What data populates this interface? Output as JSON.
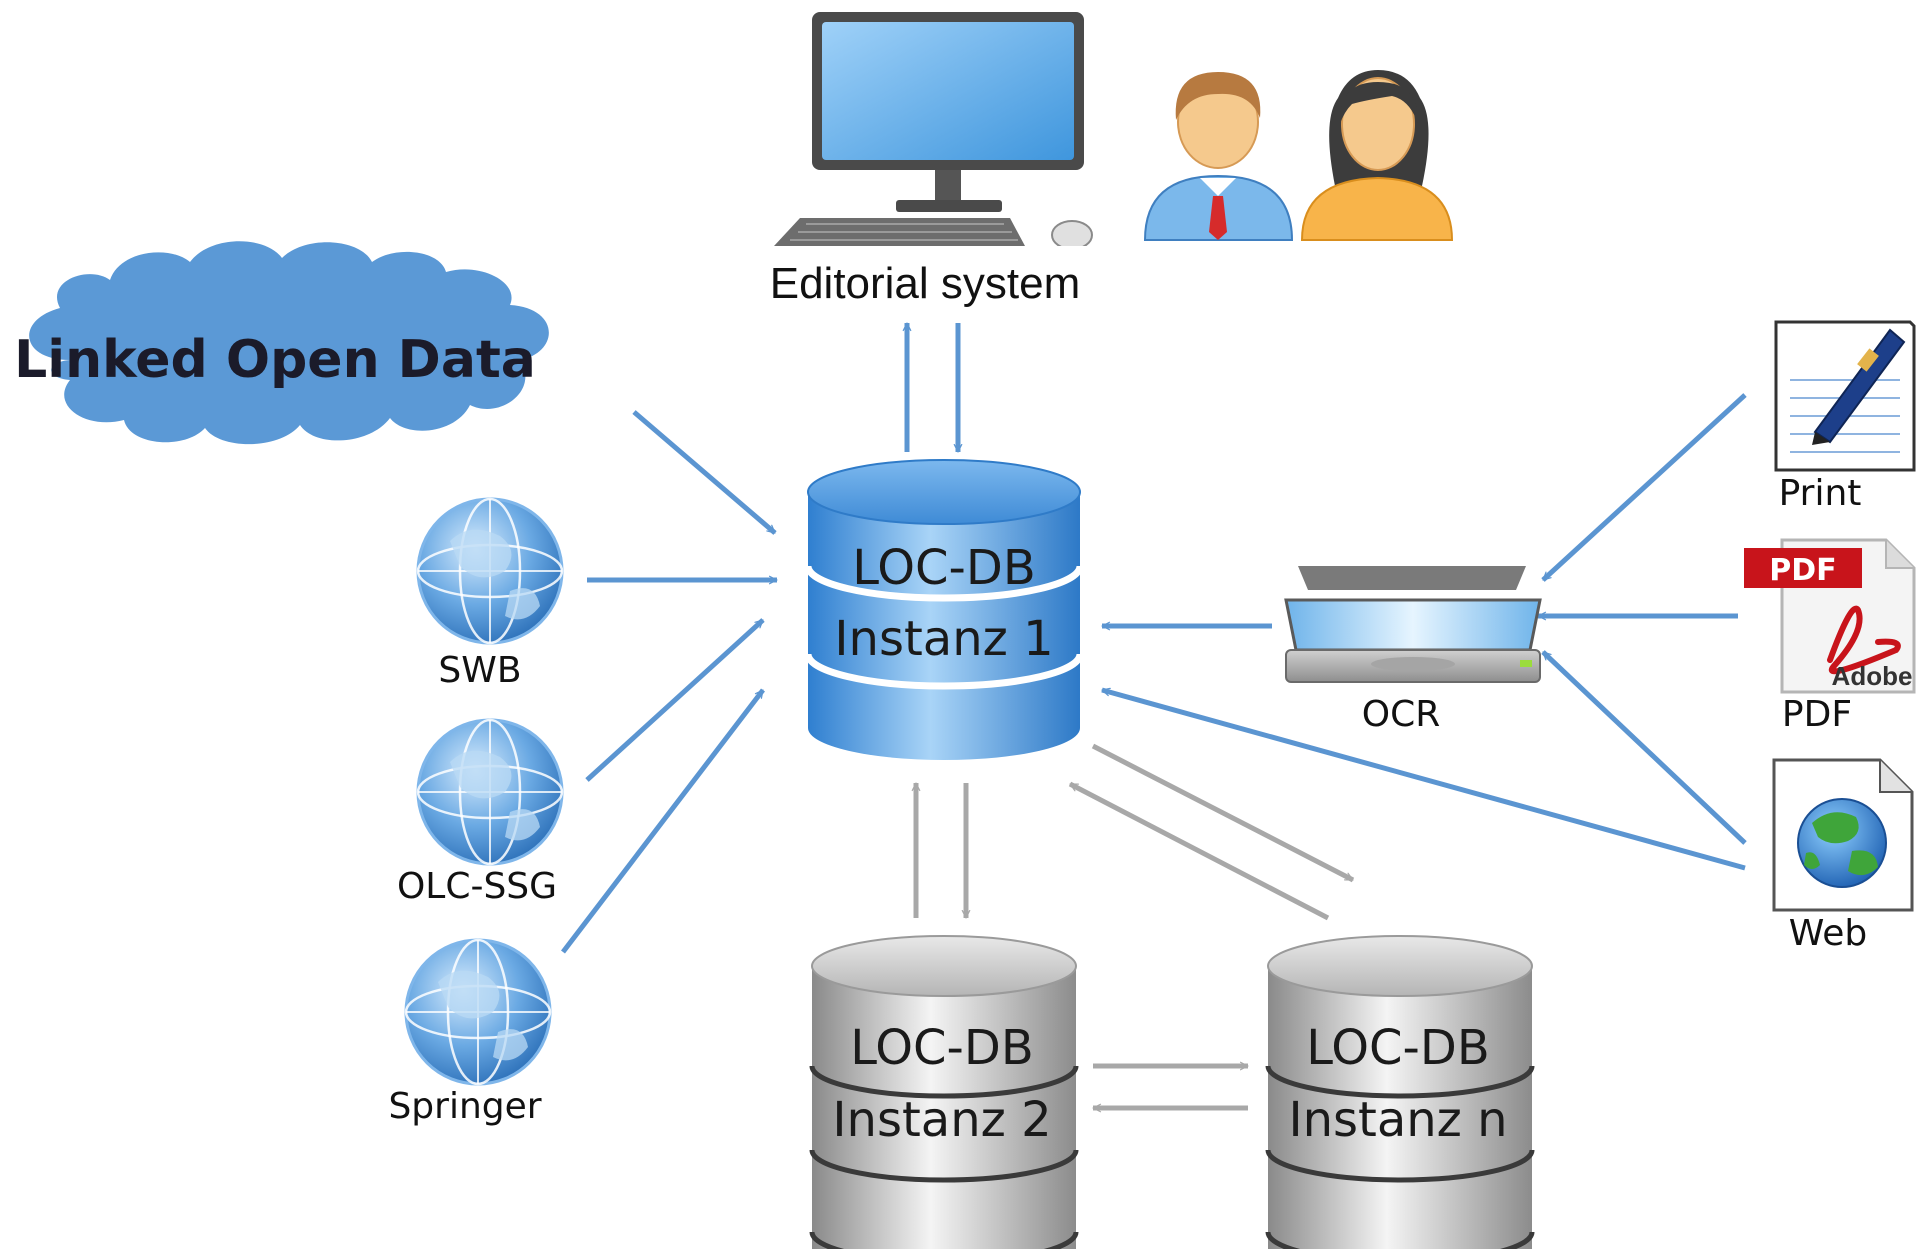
{
  "editorial": {
    "label": "Editorial system"
  },
  "cloud": {
    "label": "Linked Open Data"
  },
  "main_db": {
    "line1": "LOC-DB",
    "line2": "Instanz 1"
  },
  "db2": {
    "line1": "LOC-DB",
    "line2": "Instanz 2"
  },
  "dbn": {
    "line1": "LOC-DB",
    "line2": "Instanz n"
  },
  "sources": [
    {
      "label": "SWB"
    },
    {
      "label": "OLC-SSG"
    },
    {
      "label": "Springer"
    }
  ],
  "ocr": {
    "label": "OCR"
  },
  "inputs": [
    {
      "label": "Print"
    },
    {
      "label": "PDF",
      "badge": "PDF",
      "brand": "Adobe"
    },
    {
      "label": "Web"
    }
  ],
  "colors": {
    "blue_arrow": "#5b95d1",
    "gray_arrow": "#a8a8a8",
    "pdf_red": "#c8141b"
  }
}
